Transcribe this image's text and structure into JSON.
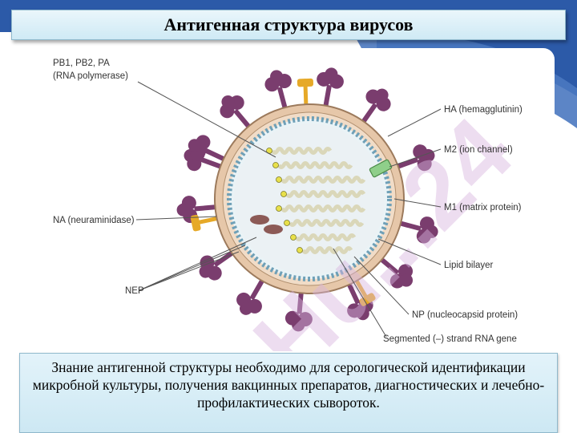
{
  "title": "Антигенная структура вирусов",
  "caption": "Знание антигенной  структуры необходимо для серологической идентификации микробной культуры, получения вакцинных препаратов, диагностических и лечебно-профилактических сывороток.",
  "labels": {
    "pb": "PB1, PB2, PA",
    "rna_polymerase": "(RNA polymerase)",
    "ha": "HA (hemagglutinin)",
    "m2": "M2 (ion channel)",
    "m1": "M1 (matrix protein)",
    "na": "NA (neuraminidase)",
    "lipid": "Lipid bilayer",
    "nep": "NEP",
    "np": "NP (nucleocapsid protein)",
    "segmented": "Segmented (–) strand RNA gene"
  },
  "watermark": "Hu...24",
  "colors": {
    "title_bg": "#d5edf7",
    "ha_spike": "#7a3d6e",
    "na_spike": "#e6a928",
    "m2_channel": "#8fcf8a",
    "envelope": "#e6c7a9",
    "matrix": "#f0dcc6",
    "rna": "#dad7b9",
    "bg_band": "#1f4f96"
  }
}
